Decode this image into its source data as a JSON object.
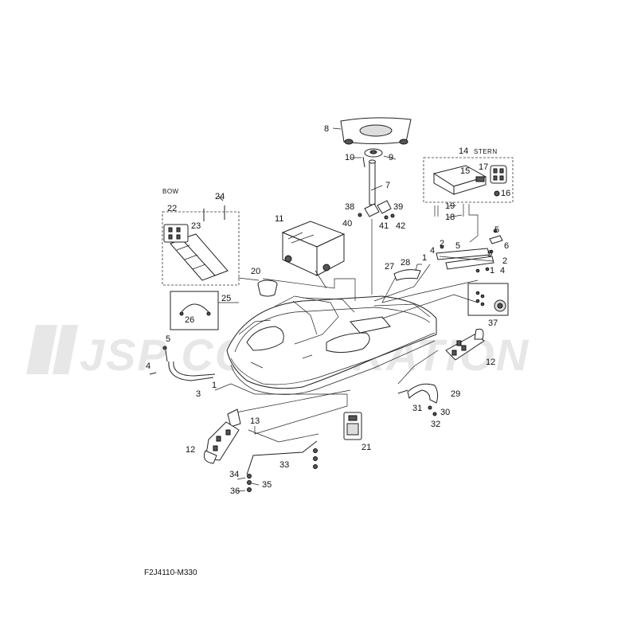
{
  "diagram": {
    "watermark": "JSP CORPORATION",
    "diagram_code": "F2J4110-M330",
    "bow_label": "BOW",
    "stern_label": "STERN",
    "callouts": {
      "c1a": "1",
      "c1b": "1",
      "c1c": "1",
      "c2a": "2",
      "c2b": "2",
      "c3": "3",
      "c4a": "4",
      "c4b": "4",
      "c5a": "5",
      "c5b": "5",
      "c5c": "5",
      "c6": "6",
      "c7": "7",
      "c8": "8",
      "c9": "9",
      "c10": "10",
      "c11": "11",
      "c12a": "12",
      "c12b": "12",
      "c13": "13",
      "c14": "14",
      "c15": "15",
      "c16": "16",
      "c17": "17",
      "c18": "18",
      "c19": "19",
      "c20": "20",
      "c21": "21",
      "c22": "22",
      "c23": "23",
      "c24": "24",
      "c25": "25",
      "c26": "26",
      "c27": "27",
      "c28": "28",
      "c29": "29",
      "c30": "30",
      "c31": "31",
      "c32": "32",
      "c33": "33",
      "c34": "34",
      "c35": "35",
      "c36": "36",
      "c37": "37",
      "c38": "38",
      "c39": "39",
      "c40": "40",
      "c41": "41",
      "c42": "42"
    }
  }
}
